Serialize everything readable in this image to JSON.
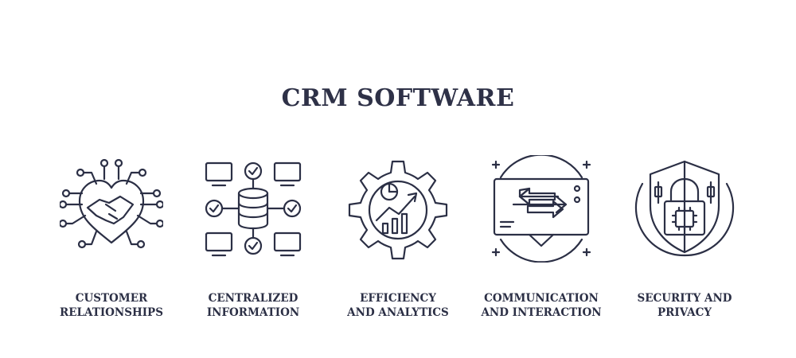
{
  "title": "CRM SOFTWARE",
  "items": [
    {
      "icon": "handshake-heart-circuit-icon",
      "line1": "CUSTOMER",
      "line2": "RELATIONSHIPS"
    },
    {
      "icon": "database-network-icon",
      "line1": "CENTRALIZED",
      "line2": "INFORMATION"
    },
    {
      "icon": "gear-analytics-icon",
      "line1": "EFFICIENCY",
      "line2": "AND ANALYTICS"
    },
    {
      "icon": "screen-arrows-exchange-icon",
      "line1": "COMMUNICATION",
      "line2": "AND INTERACTION"
    },
    {
      "icon": "shield-padlock-chip-icon",
      "line1": "SECURITY AND",
      "line2": "PRIVACY"
    }
  ]
}
